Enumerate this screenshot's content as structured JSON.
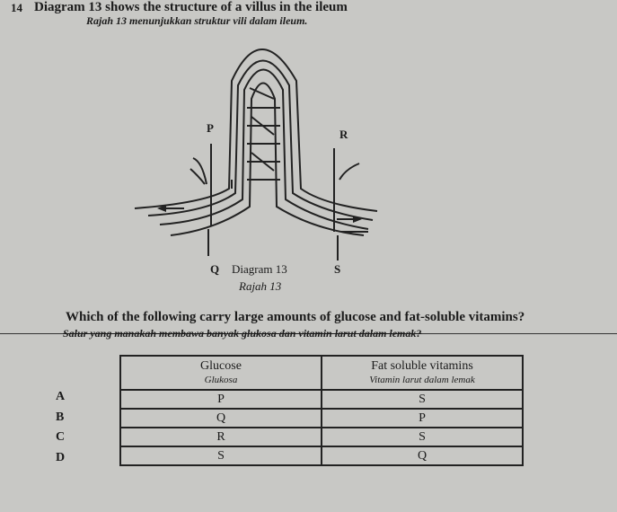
{
  "question": {
    "number": "14",
    "text_en": "Diagram 13 shows the structure of a villus in the ileum",
    "text_ms": "Rajah 13 menunjukkan struktur vili dalam ileum."
  },
  "diagram": {
    "labels": {
      "p": "P",
      "q": "Q",
      "r": "R",
      "s": "S"
    },
    "caption_en": "Diagram 13",
    "caption_ms": "Rajah 13"
  },
  "prompt": {
    "en": "Which of the following carry large amounts of glucose and fat-soluble vitamins?",
    "ms": "Salur yang manakah membawa banyak glukosa dan vitamin larut dalam lemak?"
  },
  "table": {
    "headers": [
      {
        "en": "Glucose",
        "ms": "Glukosa"
      },
      {
        "en": "Fat soluble vitamins",
        "ms": "Vitamin larut dalam lemak"
      }
    ],
    "rows": [
      {
        "option": "A",
        "glucose": "P",
        "vitamins": "S"
      },
      {
        "option": "B",
        "glucose": "Q",
        "vitamins": "P"
      },
      {
        "option": "C",
        "glucose": "R",
        "vitamins": "S"
      },
      {
        "option": "D",
        "glucose": "S",
        "vitamins": "Q"
      }
    ]
  }
}
